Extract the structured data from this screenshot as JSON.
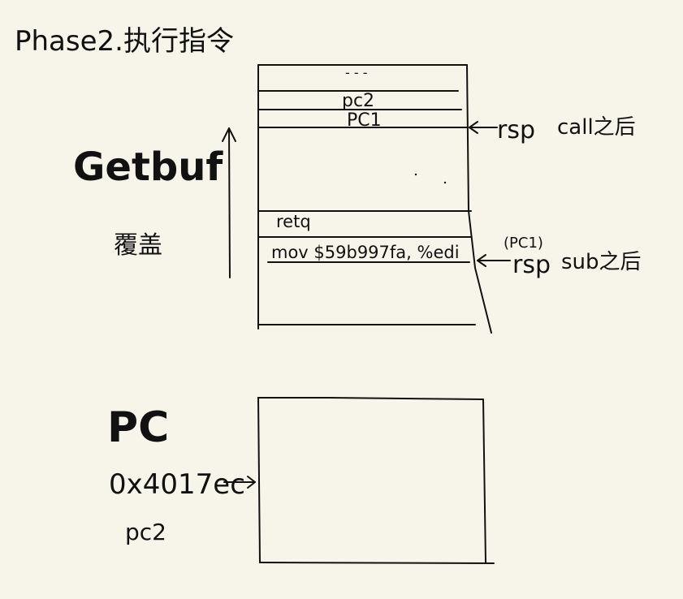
{
  "title": "Phase2.执行指令",
  "stack": {
    "label": "Getbuf",
    "cover_label": "覆盖",
    "top_dots": "- - -",
    "cells": [
      "pc2",
      "PC1",
      "retq",
      "mov $59b997fa, %edi"
    ],
    "pc1_marker": "(PC1)",
    "rsp_after_call": {
      "label": "rsp",
      "note": "call之后"
    },
    "rsp_after_sub": {
      "label": "rsp",
      "note": "sub之后"
    }
  },
  "pc": {
    "label": "PC",
    "address": "0x4017ec",
    "name": "pc2"
  },
  "colors": {
    "background": "#f7f5ea",
    "ink": "#111111"
  }
}
